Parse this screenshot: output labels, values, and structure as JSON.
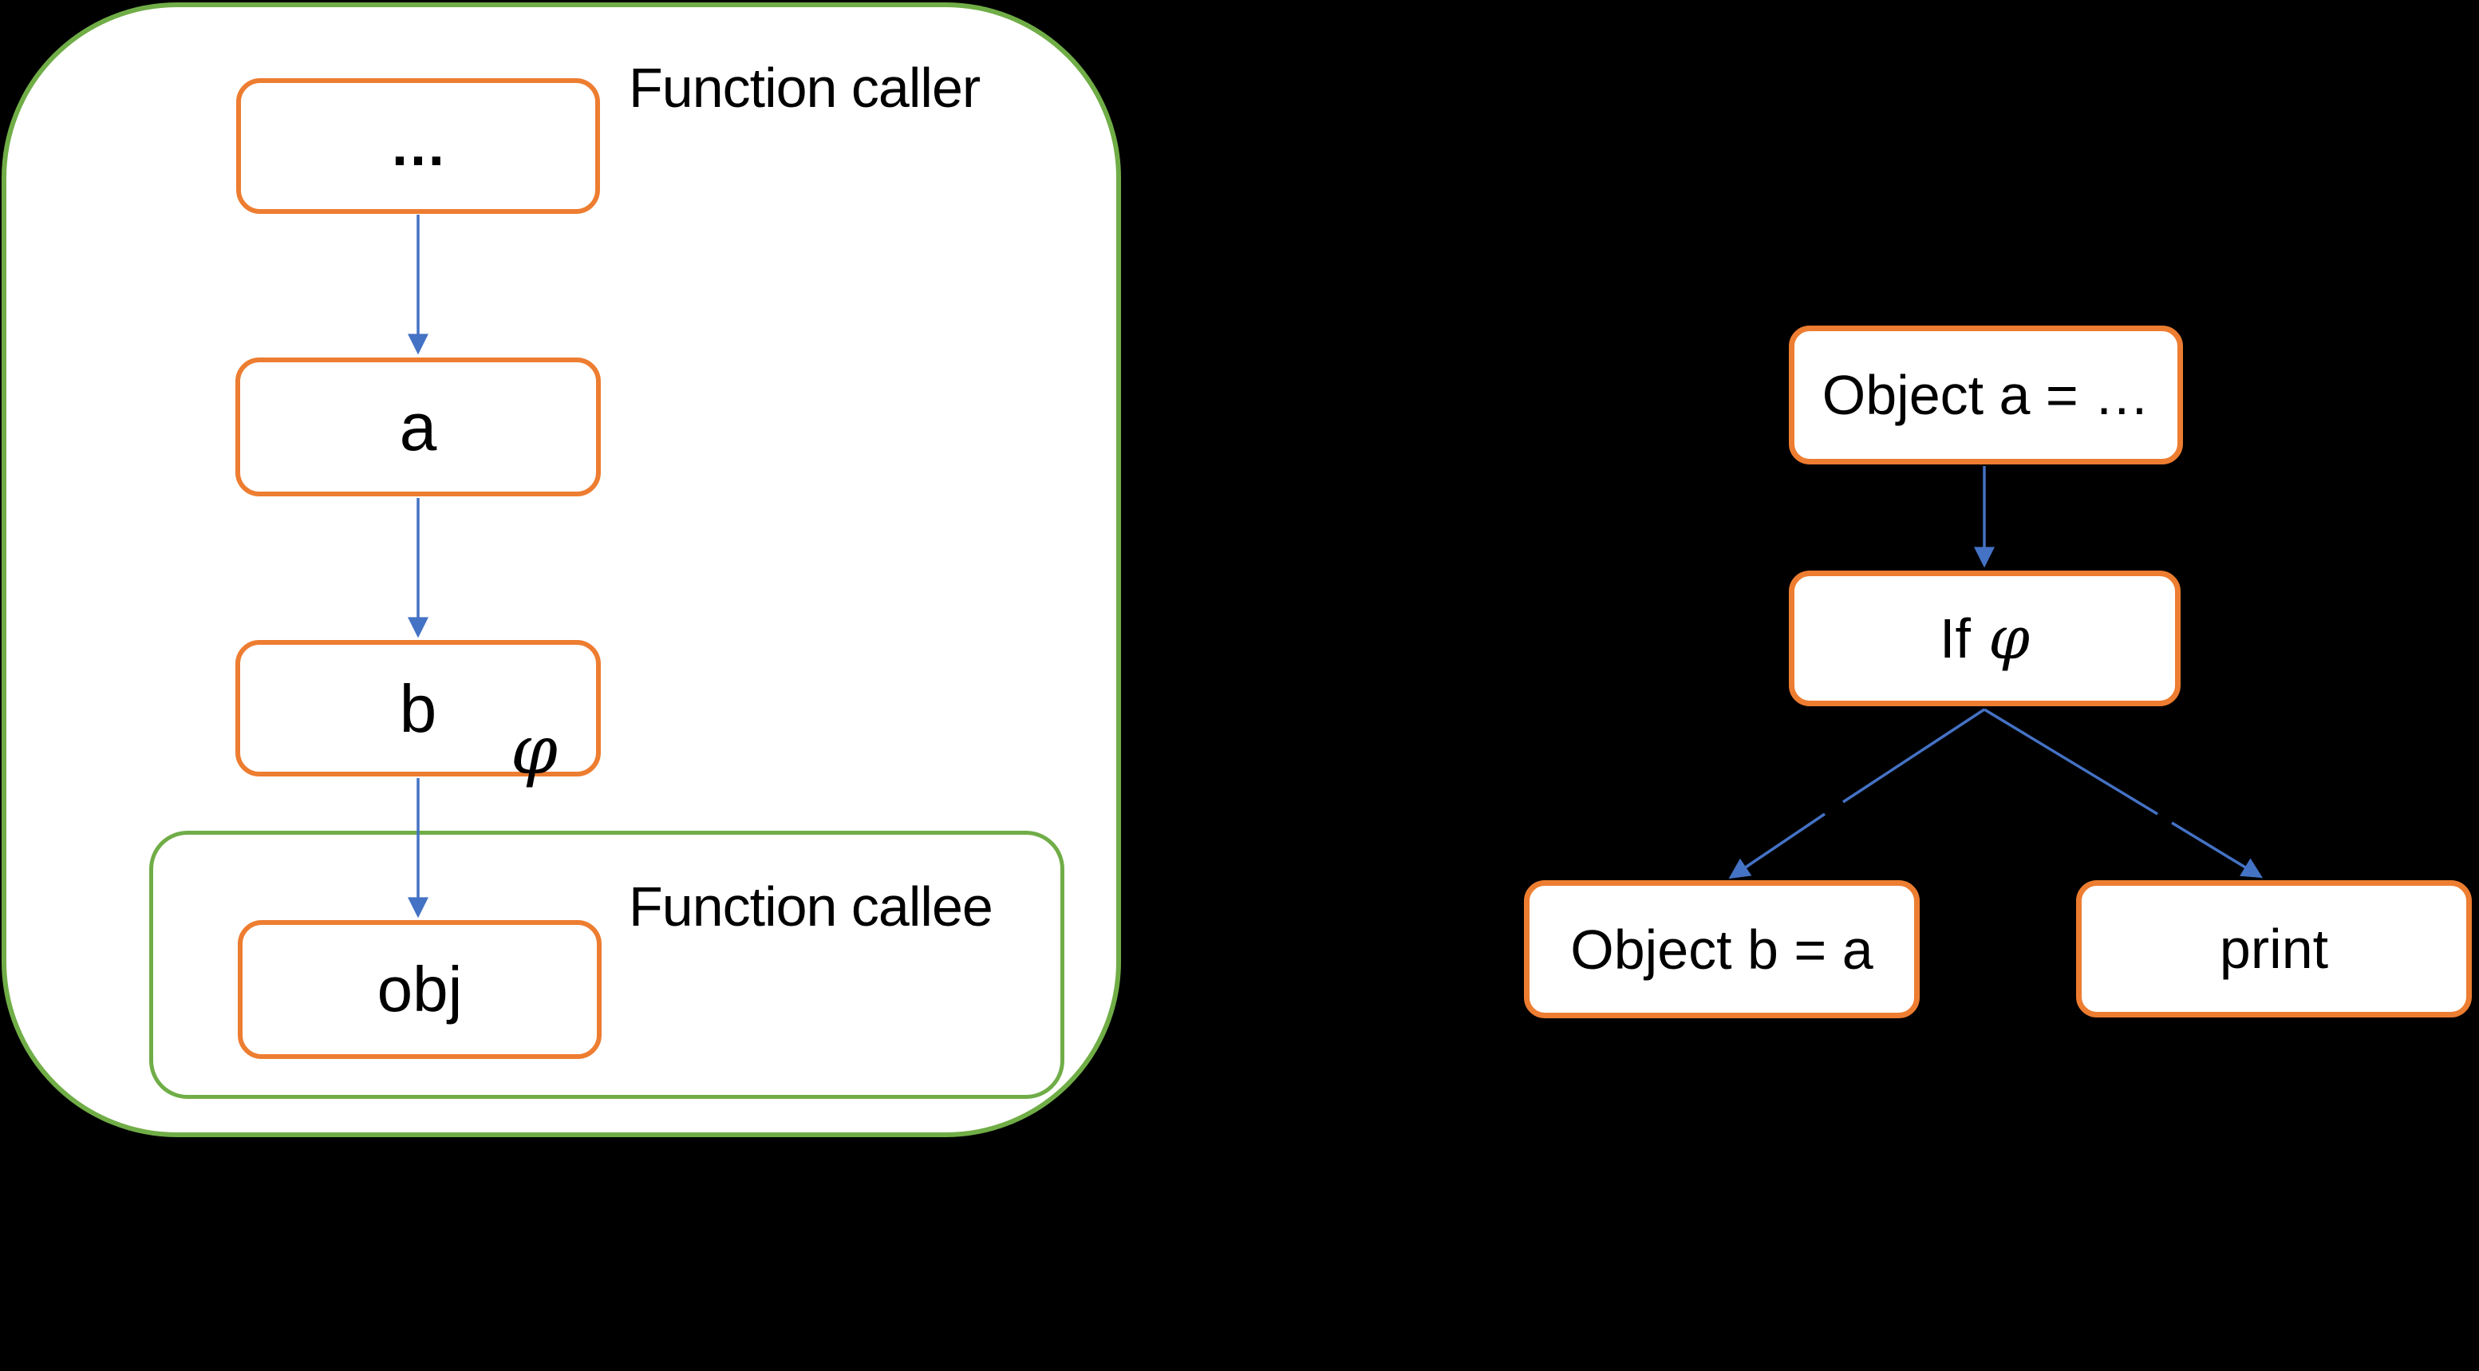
{
  "colors": {
    "background": "#000000",
    "node_border": "#ED7D31",
    "group_border": "#70AD47",
    "arrow": "#4472C4",
    "node_fill": "#FFFFFF",
    "text": "#000000"
  },
  "caller_group": {
    "label": "Function caller",
    "nodes": [
      {
        "id": "ellipsis",
        "label": "…"
      },
      {
        "id": "a",
        "label": "a"
      },
      {
        "id": "b",
        "label": "b",
        "annotation": "φ"
      }
    ]
  },
  "callee_group": {
    "label": "Function callee",
    "nodes": [
      {
        "id": "obj",
        "label": "obj"
      }
    ]
  },
  "flowchart": {
    "nodes": [
      {
        "id": "object-a",
        "label": "Object a = …"
      },
      {
        "id": "if",
        "label_prefix": "If",
        "label_symbol": "φ"
      },
      {
        "id": "object-b",
        "label": "Object b = a"
      },
      {
        "id": "print",
        "label": "print"
      }
    ]
  },
  "edges": [
    {
      "from": "ellipsis",
      "to": "a"
    },
    {
      "from": "a",
      "to": "b"
    },
    {
      "from": "b",
      "to": "obj"
    },
    {
      "from": "object-a",
      "to": "if"
    },
    {
      "from": "if",
      "to": "object-b"
    },
    {
      "from": "if",
      "to": "print"
    }
  ]
}
